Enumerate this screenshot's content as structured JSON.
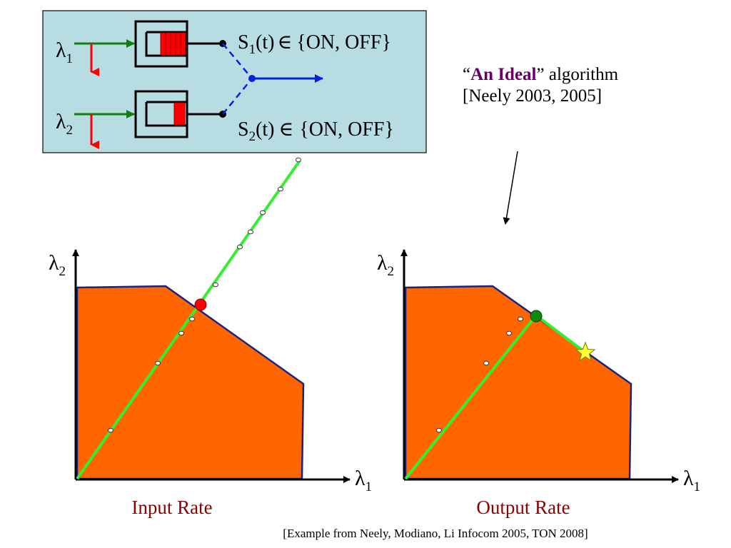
{
  "colors": {
    "box_fill": "#b7dde3",
    "region_fill": "#ff6600",
    "region_border": "#1a237e",
    "green_line": "#33ee33",
    "arrow_green": "#108010",
    "arrow_red": "#ff0000",
    "queue_red": "#ff0000",
    "blue": "#0022dd",
    "label_red": "#8b0000",
    "ideal_purple": "#660066",
    "output_marker": "#118811",
    "star": "#ffff33"
  },
  "diagram": {
    "lambda": "λ",
    "sub1": "1",
    "sub2": "2",
    "s1_prefix": "S",
    "s1_sub": "1",
    "s1_arg": "(t)",
    "s2_prefix": "S",
    "s2_sub": "2",
    "s2_arg": "(t)",
    "in_symbol": "∈",
    "set_text": "{ON, OFF}"
  },
  "note": {
    "open_quote": "“",
    "ideal": "An Ideal",
    "close_quote": "”",
    "rest": " algorithm",
    "line2": "[Neely 2003, 2005]"
  },
  "left_plot": {
    "y_axis_label": "λ",
    "y_axis_sub": "2",
    "x_axis_label": "λ",
    "x_axis_sub": "1",
    "title": "Input Rate"
  },
  "right_plot": {
    "y_axis_label": "λ",
    "y_axis_sub": "2",
    "x_axis_label": "λ",
    "x_axis_sub": "1",
    "title": "Output Rate"
  },
  "citation": "[Example from Neely, Modiano, Li Infocom 2005, TON 2008]"
}
